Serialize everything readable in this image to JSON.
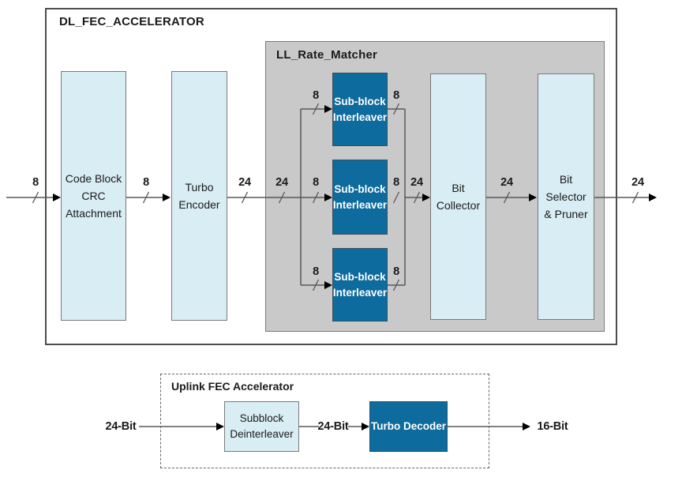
{
  "colors": {
    "dark_blue": "#0e6b9d",
    "light_blue": "#d9edf4",
    "gray_panel": "#c9c9c9",
    "wire_gray": "#58595b",
    "arrow_black": "#000000"
  },
  "dl_accelerator": {
    "title": "DL_FEC_ACCELERATOR",
    "rate_matcher": {
      "title": "LL_Rate_Matcher"
    },
    "blocks": {
      "code_block_crc": "Code Block\nCRC\nAttachment",
      "turbo_encoder": "Turbo\nEncoder",
      "sub_block_interleavers": [
        "Sub-block\nInterleaver",
        "Sub-block\nInterleaver",
        "Sub-block\nInterleaver"
      ],
      "bit_collector": "Bit\nCollector",
      "bit_selector_pruner": "Bit\nSelector\n& Pruner"
    },
    "bus_labels": {
      "input": "8",
      "crc_to_turbo": "8",
      "turbo_out": "24",
      "rate_matcher_in": "24",
      "mid_branch_in": "8",
      "mid_branch_out": "8",
      "top_branch_in": "8",
      "top_branch_out": "8",
      "bottom_branch_in": "8",
      "bottom_branch_out": "8",
      "merge_to_collector": "24",
      "collector_to_selector": "24",
      "output": "24"
    }
  },
  "ul_accelerator": {
    "title": "Uplink FEC Accelerator",
    "blocks": {
      "subblock_deinterleaver": "Subblock\nDeinterleaver",
      "turbo_decoder": "Turbo Decoder"
    },
    "bus_labels": {
      "input": "24-Bit",
      "mid": "24-Bit",
      "output": "16-Bit"
    }
  }
}
